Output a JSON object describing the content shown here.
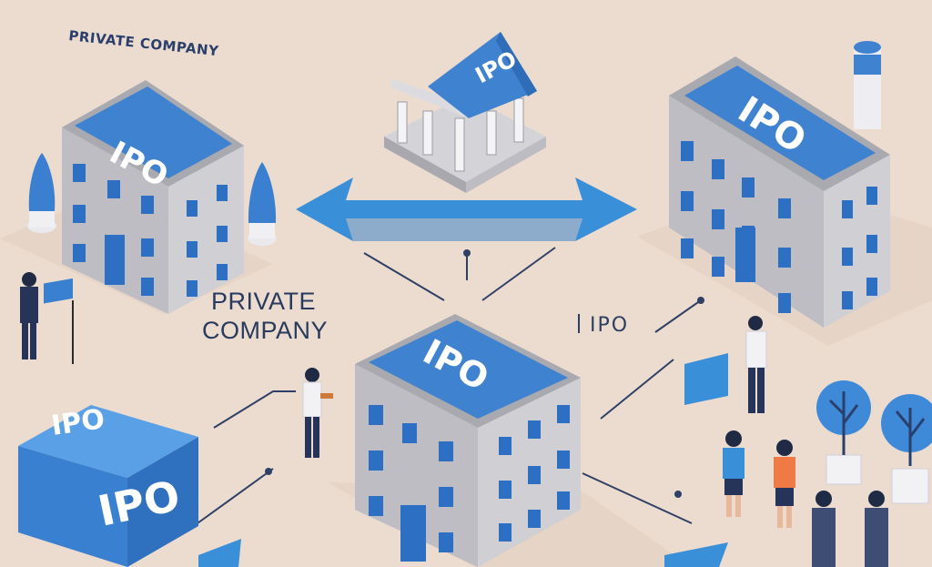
{
  "labels": {
    "top_left": "PRIVATE COMPANY",
    "middle": [
      "PRIVATE",
      "COMPANY"
    ],
    "right_ipo": "IPO"
  },
  "signs": {
    "bank_roof": "IPO",
    "top_left_roof": "IPO",
    "top_right_roof": "IPO",
    "center_roof": "IPO",
    "cube_top": "IPO",
    "cube_front": "IPO"
  },
  "colors": {
    "background": "#ecdccf",
    "accent_blue": "#3a8fd9",
    "roof_blue": "#3f82cf",
    "building_gray": "#c3c3c7",
    "window_blue": "#2d6fc2",
    "line": "#2f3f66"
  }
}
